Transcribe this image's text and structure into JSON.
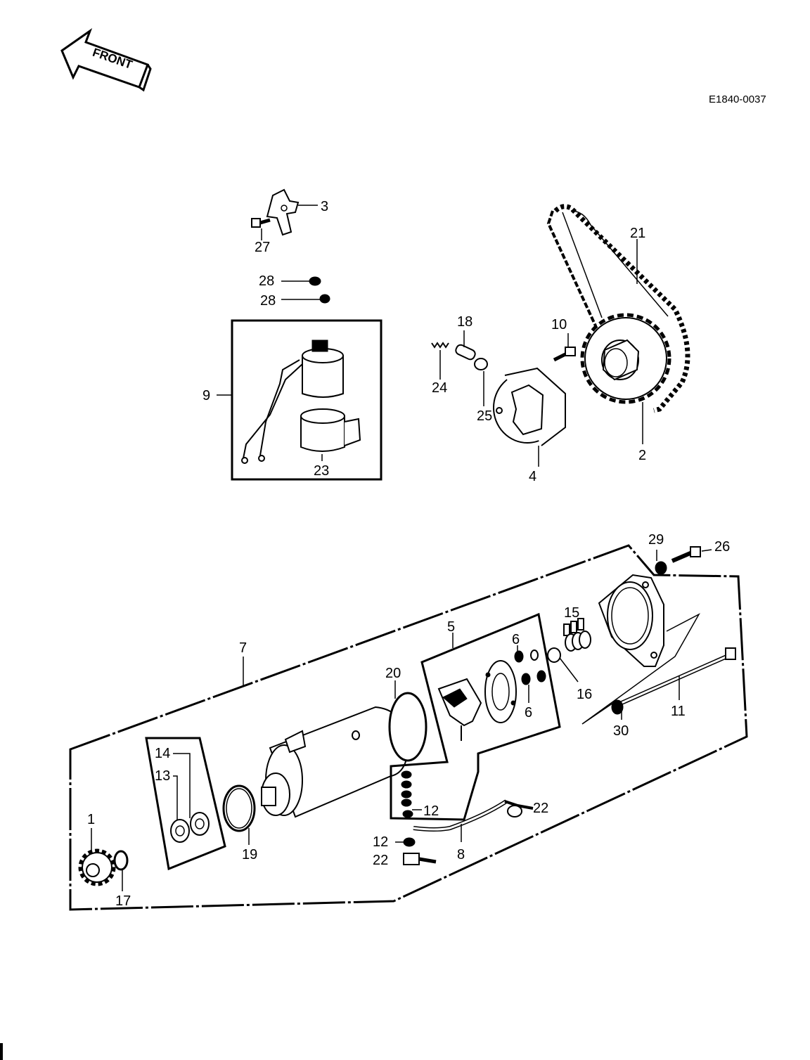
{
  "front_label": "FRONT",
  "diagram_code": "E1840-0037",
  "callouts": [
    {
      "id": "1",
      "text": "1"
    },
    {
      "id": "2",
      "text": "2"
    },
    {
      "id": "3",
      "text": "3"
    },
    {
      "id": "4",
      "text": "4"
    },
    {
      "id": "5",
      "text": "5"
    },
    {
      "id": "6a",
      "text": "6"
    },
    {
      "id": "6b",
      "text": "6"
    },
    {
      "id": "7",
      "text": "7"
    },
    {
      "id": "8",
      "text": "8"
    },
    {
      "id": "9",
      "text": "9"
    },
    {
      "id": "10",
      "text": "10"
    },
    {
      "id": "11",
      "text": "11"
    },
    {
      "id": "12a",
      "text": "12"
    },
    {
      "id": "12b",
      "text": "12"
    },
    {
      "id": "13",
      "text": "13"
    },
    {
      "id": "14",
      "text": "14"
    },
    {
      "id": "15",
      "text": "15"
    },
    {
      "id": "16",
      "text": "16"
    },
    {
      "id": "17",
      "text": "17"
    },
    {
      "id": "18",
      "text": "18"
    },
    {
      "id": "19",
      "text": "19"
    },
    {
      "id": "20",
      "text": "20"
    },
    {
      "id": "21",
      "text": "21"
    },
    {
      "id": "22a",
      "text": "22"
    },
    {
      "id": "22b",
      "text": "22"
    },
    {
      "id": "23",
      "text": "23"
    },
    {
      "id": "24",
      "text": "24"
    },
    {
      "id": "25",
      "text": "25"
    },
    {
      "id": "26",
      "text": "26"
    },
    {
      "id": "27",
      "text": "27"
    },
    {
      "id": "28a",
      "text": "28"
    },
    {
      "id": "28b",
      "text": "28"
    },
    {
      "id": "29",
      "text": "29"
    },
    {
      "id": "30",
      "text": "30"
    }
  ]
}
